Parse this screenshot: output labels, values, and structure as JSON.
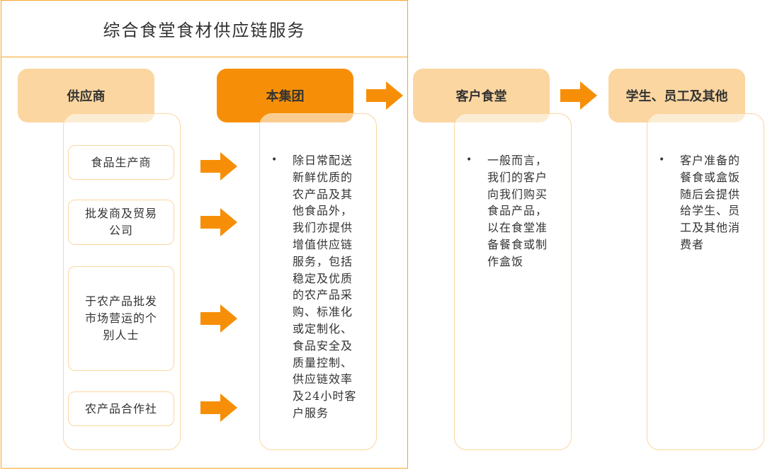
{
  "title": "综合食堂食材供应链服务",
  "columns": {
    "supplier": {
      "header": "供应商"
    },
    "group": {
      "header": "本集团",
      "bullet": "•",
      "description": [
        "除日常配送",
        "新鲜优质的",
        "农产品及其",
        "他食品外，",
        "我们亦提供",
        "增值供应链",
        "服务，包括",
        "稳定及优质",
        "的农产品采",
        "购、标准化",
        "或定制化、",
        "食品安全及",
        "质量控制、",
        "供应链效率",
        "及24小时客",
        "户服务"
      ]
    },
    "canteen": {
      "header": "客户食堂",
      "bullet": "•",
      "description": [
        "一般而言，",
        "我们的客户",
        "向我们购买",
        "食品产品，",
        "以在食堂准",
        "备餐食或制",
        "作盒饭"
      ]
    },
    "consumers": {
      "header": "学生、员工及其他",
      "bullet": "•",
      "description": [
        "客户准备的",
        "餐食或盒饭",
        "随后会提供",
        "给学生、员",
        "工及其他消",
        "费者"
      ]
    }
  },
  "suppliers": [
    {
      "lines": [
        "食品生产商"
      ]
    },
    {
      "lines": [
        "批发商及贸易",
        "公司"
      ]
    },
    {
      "lines": [
        "于农产品批发",
        "市场营运的个",
        "别人士"
      ]
    },
    {
      "lines": [
        "农产品合作社"
      ]
    }
  ],
  "colors": {
    "accent": "#f68f07",
    "light": "#fbd6a0",
    "border": "#f5a623"
  }
}
